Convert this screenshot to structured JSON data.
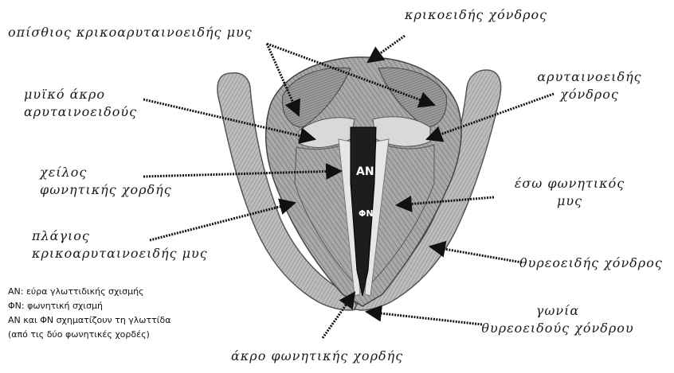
{
  "labels": {
    "cricoid_cartilage": "κρικοειδής χόνδρος",
    "posterior_cricoarytenoid": "οπίσθιος κρικοαρυταινοειδής μυς",
    "arytenoid_cartilage_l1": "αρυταινοειδής",
    "arytenoid_cartilage_l2": "χόνδρος",
    "muscular_process_l1": "μυϊκό άκρο",
    "muscular_process_l2": "αρυταινοειδούς",
    "vocal_lip_l1": "χείλος",
    "vocal_lip_l2": "φωνητικής χορδής",
    "external_vocal_muscle_l1": "έσω φωνητικός",
    "external_vocal_muscle_l2": "μυς",
    "lateral_cricoarytenoid_l1": "πλάγιος",
    "lateral_cricoarytenoid_l2": "κρικοαρυταινοειδής μυς",
    "thyroid_cartilage": "θυρεοειδής χόνδρος",
    "thyroid_angle_l1": "γωνία",
    "thyroid_angle_l2": "θυρεοειδούς χόνδρου",
    "vocal_process": "άκρο φωνητικής χορδής"
  },
  "inner_labels": {
    "an": "ΑΝ",
    "fn": "ΦΝ"
  },
  "legend": [
    "ΑΝ: εύρα γλωττιδικής σχισμής",
    "ΦΝ: φωνητική σχισμή",
    "ΑΝ και ΦΝ σχηματίζουν τη γλωττίδα",
    "(από τις δύο φωνητικές χορδές)"
  ]
}
